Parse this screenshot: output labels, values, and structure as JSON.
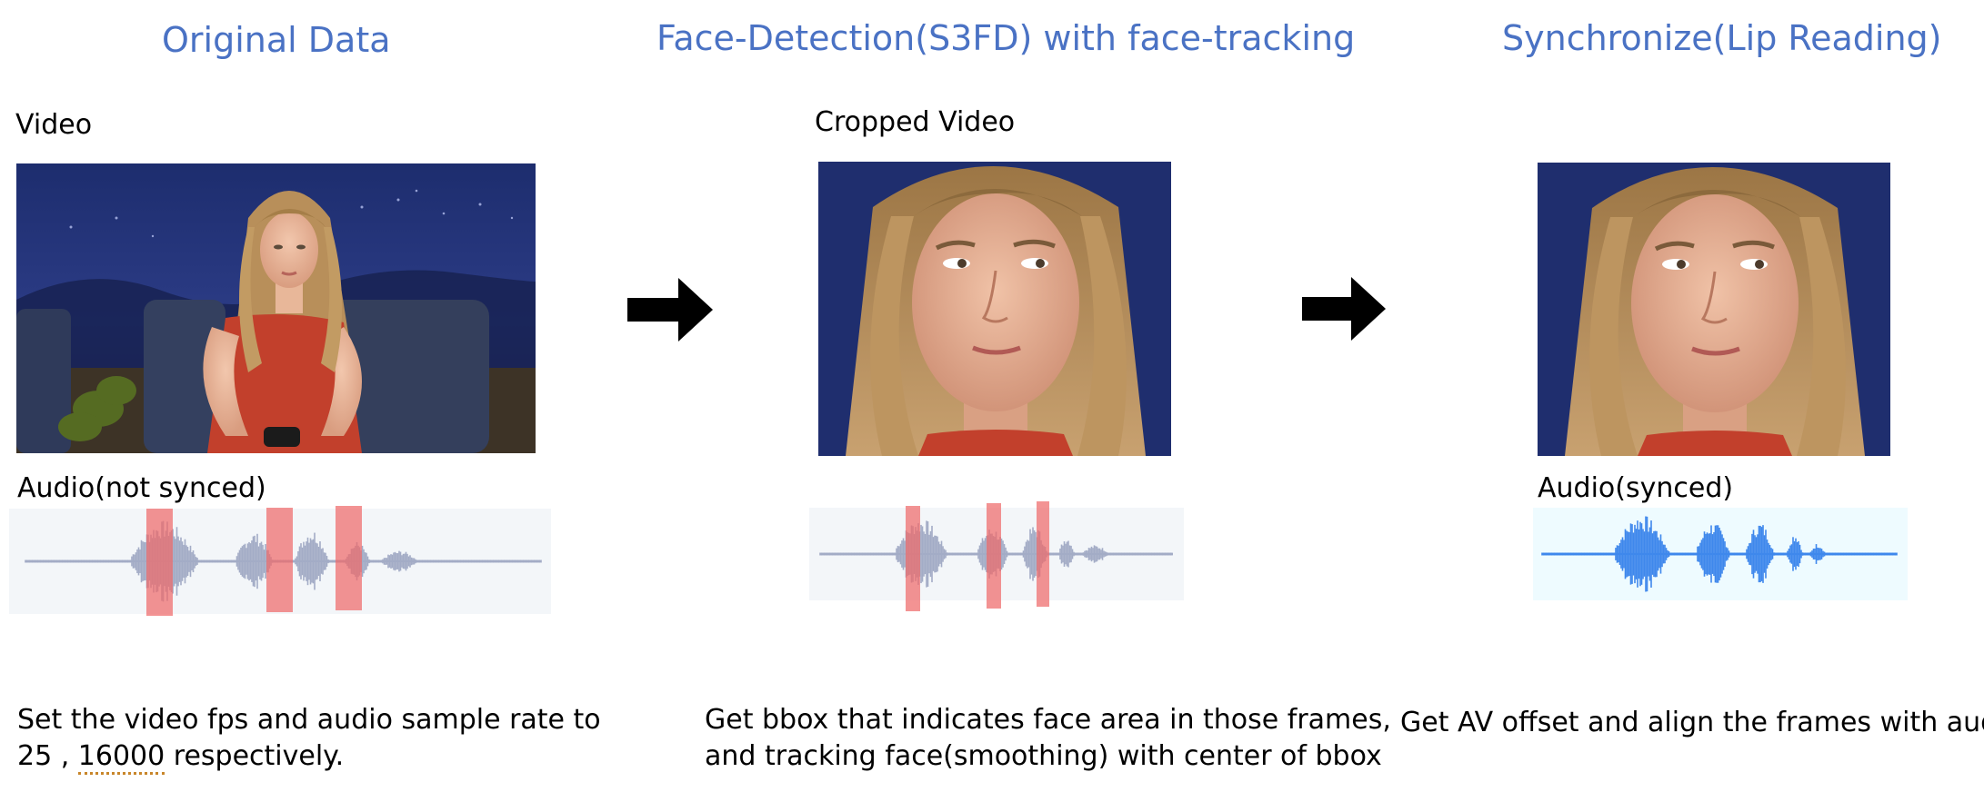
{
  "columns": [
    {
      "title": "Original Data",
      "video_label": "Video",
      "audio_label": "Audio(not synced)",
      "caption_line1": "Set the video fps and audio sample rate to",
      "caption_line2_num1": "25",
      "caption_line2_sep": " , ",
      "caption_line2_num2": "16000",
      "caption_line2_rest": " respectively."
    },
    {
      "title": "Face-Detection(S3FD) with face-tracking",
      "video_label": "Cropped Video",
      "caption_line1": "Get bbox that indicates face area in those frames,",
      "caption_line2": "and tracking face(smoothing) with center of bbox"
    },
    {
      "title": "Synchronize(Lip Reading)",
      "audio_label": "Audio(synced)",
      "caption_line1": "Get AV offset and align the frames with audio"
    }
  ],
  "colors": {
    "title": "#4a72c4",
    "waveform_unsynced": "#a3acc6",
    "waveform_synced": "#3f88ec",
    "highlight": "#ef6a6a",
    "arrow": "#000000"
  }
}
